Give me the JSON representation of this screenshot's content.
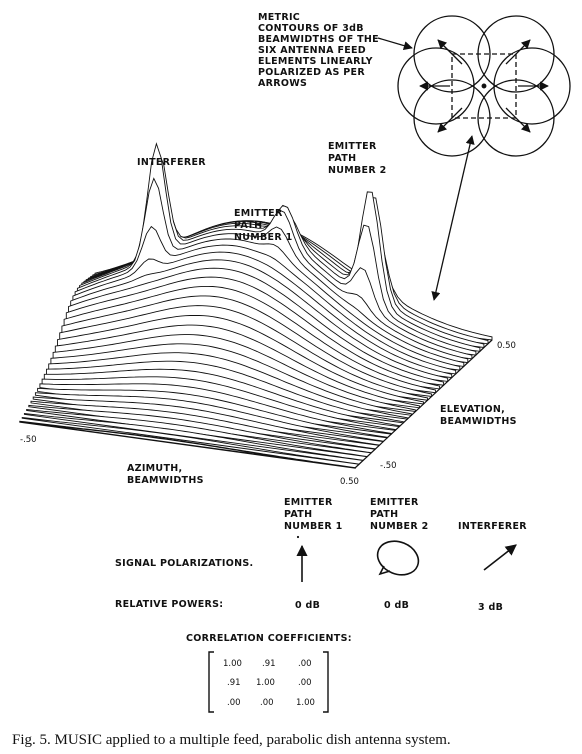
{
  "annotations": {
    "metric_contours": [
      "METRIC",
      "CONTOURS OF 3dB",
      "BEAMWIDTHS OF THE",
      "SIX ANTENNA FEED",
      "ELEMENTS LINEARLY",
      "POLARIZED AS PER",
      "ARROWS"
    ],
    "interferer": "INTERFERER",
    "emitter_path_1": [
      "EMITTER",
      "PATH",
      "NUMBER 1"
    ],
    "emitter_path_2": [
      "EMITTER",
      "PATH",
      "NUMBER 2"
    ]
  },
  "axes": {
    "azimuth_label": [
      "AZIMUTH,",
      "BEAMWIDTHS"
    ],
    "elevation_label": [
      "ELEVATION,",
      "BEAMWIDTHS"
    ],
    "azimuth_min": "-.50",
    "azimuth_max": "0.50",
    "elevation_min": "-.50",
    "elevation_max": "0.50"
  },
  "signals": {
    "headers": [
      [
        "EMITTER",
        "PATH",
        "NUMBER 1"
      ],
      [
        "EMITTER",
        "PATH",
        "NUMBER 2"
      ],
      [
        "INTERFERER"
      ]
    ],
    "polarizations_label": "SIGNAL POLARIZATIONS.",
    "relative_powers_label": "RELATIVE POWERS:",
    "relative_powers": [
      "0 dB",
      "0 dB",
      "3 dB"
    ]
  },
  "correlation": {
    "title": "CORRELATION COEFFICIENTS:",
    "matrix": [
      [
        "1.00",
        ".91",
        ".00"
      ],
      [
        ".91",
        "1.00",
        ".00"
      ],
      [
        ".00",
        ".00",
        "1.00"
      ]
    ]
  },
  "caption": "Fig. 5.   MUSIC applied to a multiple feed, parabolic dish antenna system."
}
